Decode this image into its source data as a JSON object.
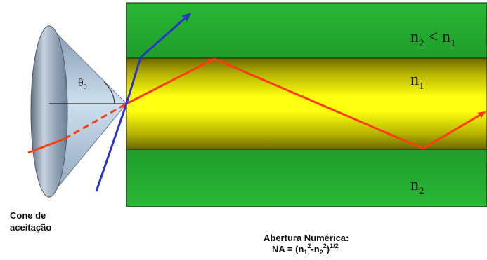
{
  "labels": {
    "cladding_top": {
      "n": "n",
      "sub": "2",
      "rest": " < n",
      "sub2": "1"
    },
    "core": {
      "n": "n",
      "sub": "1"
    },
    "cladding_bottom": {
      "n": "n",
      "sub": "2"
    },
    "theta": {
      "symbol": "θ",
      "sub": "0"
    },
    "cone_line1": "Cone de",
    "cone_line2": "aceitação",
    "na_title": "Abertura Numérica:",
    "na_formula": {
      "a": "NA = (n",
      "b": "1",
      "c": "2",
      "d": "-n",
      "e": "2",
      "f": "2",
      "g": ")",
      "h": "1/2"
    }
  },
  "colors": {
    "cladding": "#22b32e",
    "core_center": "#ffff00",
    "core_edge": "#6b6a00",
    "ray_red": "#ff3b12",
    "ray_blue": "#2a35c8",
    "cone_fill": "#9fb6cc"
  }
}
